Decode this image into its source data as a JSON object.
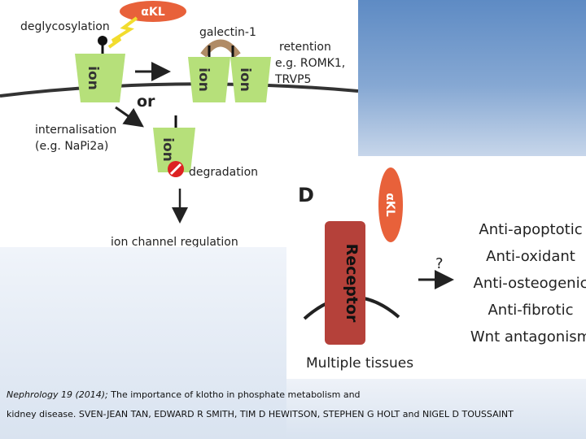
{
  "panel_c": {
    "deglycosylation": "deglycosylation",
    "alpha_kl": "αKL",
    "galectin": "galectin-1",
    "retention_1": "retention",
    "retention_2": "e.g. ROMK1,",
    "retention_3": "TRVP5",
    "ion": "ion",
    "or": "or",
    "internalisation_1": "internalisation",
    "internalisation_2": "(e.g. NaPi2a)",
    "degradation": "degradation",
    "regulation": "ion channel regulation"
  },
  "panel_d": {
    "letter": "D",
    "alpha_kl": "αKL",
    "receptor": "Receptor",
    "question": "?",
    "tissues": "Multiple tissues",
    "effects": [
      "Anti-apoptotic",
      "Anti-oxidant",
      "Anti-osteogenic",
      "Anti-fibrotic",
      "Wnt antagonism"
    ]
  },
  "citation": {
    "journal": "Nephrology 19 (2014);",
    "title": " The importance of klotho in phosphate metabolism and",
    "authors": "kidney disease. SVEN-JEAN TAN, EDWARD R SMITH, TIM D HEWITSON, STEPHEN G HOLT and NIGEL D TOUSSAINT"
  },
  "colors": {
    "channel_green": "#b6e07a",
    "klotho_orange": "#e8613a",
    "receptor_red": "#b5413a",
    "galectin_brown": "#b08b66",
    "lightning_yellow": "#f2dc2e",
    "stop_red": "#dd2222",
    "accent_blue": "#5e8bc4"
  }
}
